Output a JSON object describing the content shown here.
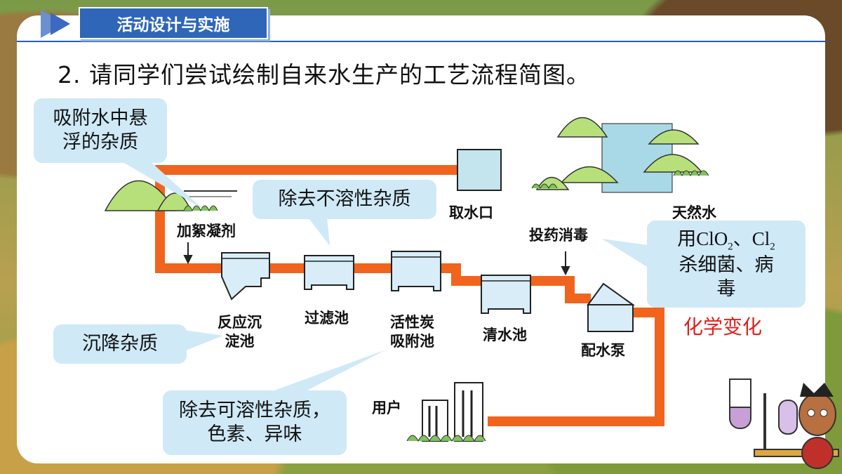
{
  "header": {
    "title": "活动设计与实施"
  },
  "question": "2. 请同学们尝试绘制自来水生产的工艺流程简图。",
  "callouts": {
    "adsorb": "吸附水中悬浮的杂质",
    "adsorb_line1": "吸附水中悬",
    "adsorb_line2": "浮的杂质",
    "insoluble": "除去不溶性杂质",
    "settle": "沉降杂质",
    "soluble_line1": "除去可溶性杂质，",
    "soluble_line2": "色素、异味",
    "disinfect_line1_prefix": "用ClO",
    "disinfect_sub1": "2",
    "disinfect_line1_mid": "、Cl",
    "disinfect_sub2": "2",
    "disinfect_line2": "杀细菌、病",
    "disinfect_line3": "毒"
  },
  "labels": {
    "natural_water": "天然水",
    "intake": "取水口",
    "flocculant": "加絮凝剂",
    "reaction_tank_line1": "反应沉",
    "reaction_tank_line2": "淀池",
    "filter": "过滤池",
    "carbon_line1": "活性炭",
    "carbon_line2": "吸附池",
    "clear_water": "清水池",
    "dosing": "投药消毒",
    "pump": "配水泵",
    "user": "用户"
  },
  "note": "化学变化",
  "colors": {
    "pipe": "#f0641e",
    "tank_fill": "#d8edf8",
    "tank_stroke": "#222222",
    "callout_bg": "#cfe9f7",
    "red_text": "#e0201c",
    "title_bg": "#2f66b8"
  }
}
